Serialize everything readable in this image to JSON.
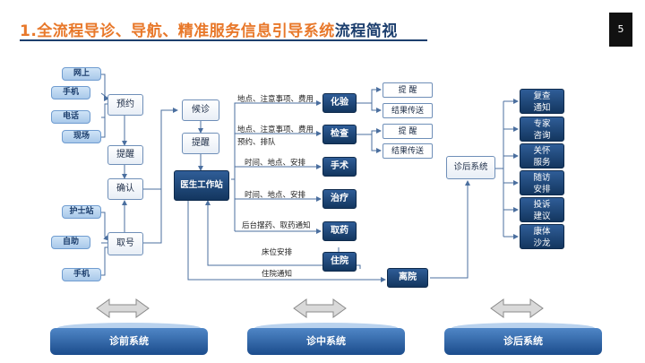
{
  "header": {
    "title_part1": "1.全流程导诊、导航、精准服务信息引导系统",
    "title_part2": "流程简视",
    "page_number": "5"
  },
  "channels_top": [
    "网上",
    "手机",
    "电话",
    "现场"
  ],
  "channels_bottom": [
    "护士站",
    "自助",
    "手机"
  ],
  "pre_steps": {
    "appointment": "预约",
    "remind": "提醒",
    "confirm": "确认",
    "take_number": "取号"
  },
  "waiting": {
    "wait": "候诊",
    "remind": "提醒"
  },
  "workstation": "医生工作站",
  "services": {
    "lab": "化验",
    "exam": "检查",
    "surgery": "手术",
    "treatment": "治疗",
    "medicine": "取药",
    "inpatient": "住院",
    "discharge": "离院"
  },
  "notes": {
    "lab": "地点、注意事项、费用",
    "exam1": "地点、注意事项、费用",
    "exam2": "预约、排队",
    "surgery": "时间、地点、安排",
    "treatment": "时间、地点、安排",
    "medicine": "后台摆药、取药通知",
    "inpatient": "床位安排",
    "discharge": "住院通知"
  },
  "results": {
    "lab_remind": "提 醒",
    "lab_result": "结果传送",
    "exam_remind": "提 醒",
    "exam_result": "结果传送"
  },
  "post": {
    "system": "诊后系统",
    "items": [
      [
        "复查",
        "通知"
      ],
      [
        "专家",
        "咨询"
      ],
      [
        "关怀",
        "服务"
      ],
      [
        "随访",
        "安排"
      ],
      [
        "投诉",
        "建议"
      ],
      [
        "康体",
        "沙龙"
      ]
    ]
  },
  "systems": [
    "诊前系统",
    "诊中系统",
    "诊后系统"
  ]
}
